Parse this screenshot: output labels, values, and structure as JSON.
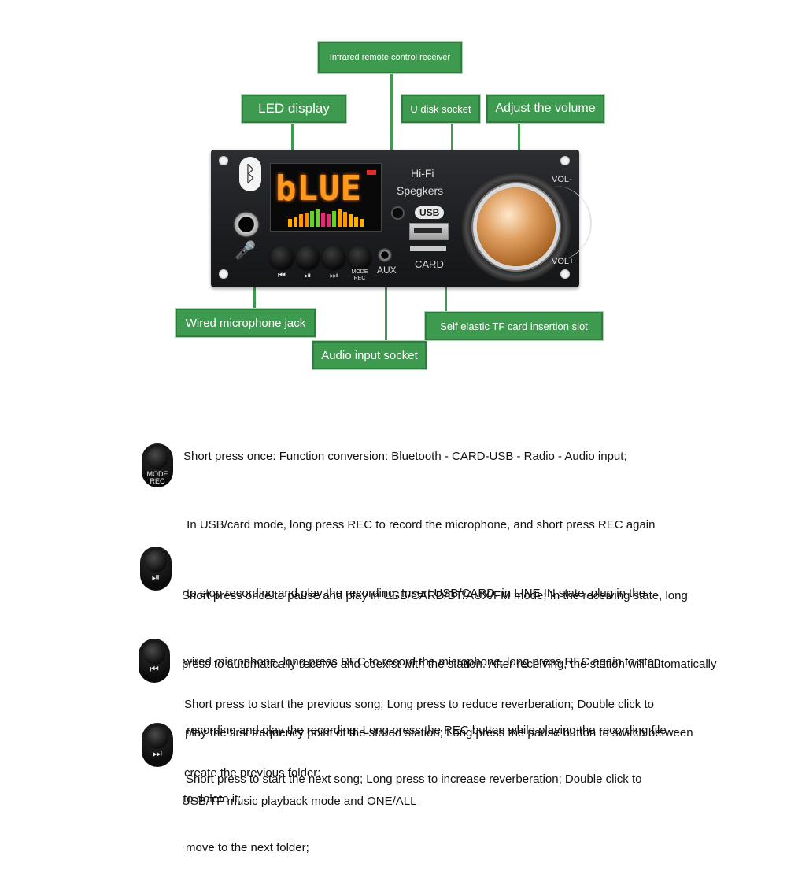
{
  "callouts": {
    "ir": "Infrared remote control receiver",
    "led": "LED display",
    "udisk": "U disk socket",
    "volume": "Adjust the volume",
    "mic": "Wired microphone jack",
    "tf": "Self elastic TF card insertion slot",
    "aux": "Audio input socket"
  },
  "panel": {
    "bluetooth_icon": "bluetooth-icon",
    "lcd_text": "bLUE",
    "hifi_line1": "Hi-Fi",
    "hifi_line2": "Spegkers",
    "usb_label": "USB",
    "card_label": "CARD",
    "aux_label": "AUX",
    "vol_minus": "VOL-",
    "vol_plus": "VOL+",
    "prev_glyph": "⏮",
    "play_glyph": "⏯",
    "next_glyph": "⏭",
    "mode_line1": "MODE",
    "mode_line2": "REC",
    "mic_icon": "microphone-icon"
  },
  "descriptions": {
    "mode": {
      "icon": "mode-rec-button-icon",
      "btn_line1": "MODE",
      "btn_line2": "REC",
      "lines": [
        "Short press once: Function conversion: Bluetooth - CARD-USB - Radio - Audio input;",
        " In USB/card mode, long press REC to record the microphone, and short press REC again",
        " to stop recording and play the recording; Insert USB/CARD, in LINE IN state, plug in the",
        "wired microphone, long press REC to record the microphone, long press REC again to stop",
        " recording and play the recording; Long press the REC button while playing the recording file",
        "to delete it;"
      ]
    },
    "play": {
      "icon": "play-pause-button-icon",
      "glyph": "⏯",
      "lines": [
        "Short press once to pause and play in USB/CARD/BT/AUX/FM mode; In the receiving state, long",
        "press to automatically receive and coexist with the station. After receiving, the station will automatically",
        " play the first frequency point of the stored station; Long press the pause button to switch between",
        "USB/TF music playback mode and ONE/ALL"
      ]
    },
    "prev": {
      "icon": "previous-button-icon",
      "glyph": "⏮",
      "lines": [
        "Short press to start the previous song; Long press to reduce reverberation; Double click to",
        "create the previous folder;"
      ]
    },
    "next": {
      "icon": "next-button-icon",
      "glyph": "⏭",
      "lines": [
        "Short press to start the next song; Long press to increase reverberation; Double click to",
        "move to the next folder;"
      ]
    }
  }
}
